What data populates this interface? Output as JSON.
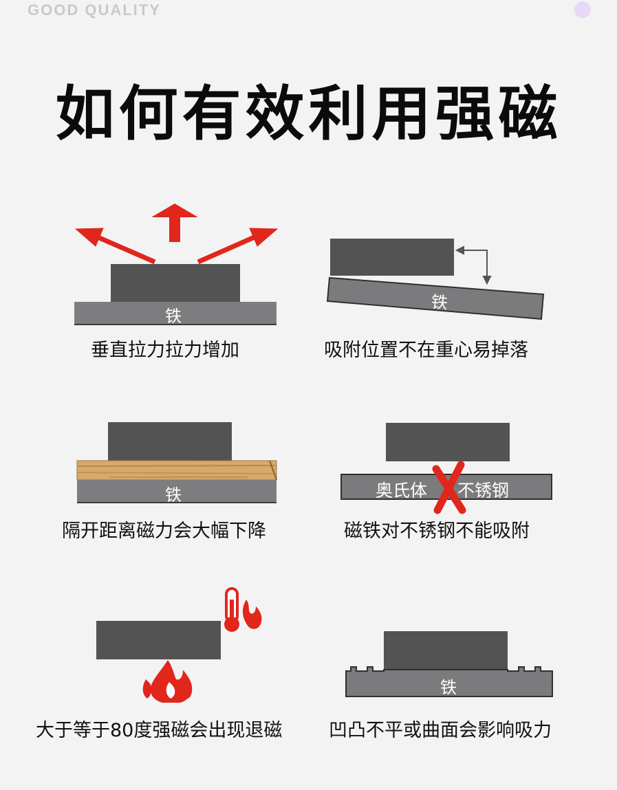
{
  "header": {
    "brand": "GOOD QUALITY",
    "title": "如何有效利用强磁"
  },
  "panels": [
    {
      "id": "vertical-pull",
      "caption": "垂直拉力拉力增加",
      "plate_label": "铁"
    },
    {
      "id": "off-center",
      "caption": "吸附位置不在重心易掉落",
      "plate_label": "铁"
    },
    {
      "id": "gap-distance",
      "caption": "隔开距离磁力会大幅下降",
      "plate_label": "铁"
    },
    {
      "id": "stainless",
      "caption": "磁铁对不锈钢不能吸附",
      "plate_label_left": "奥氏体",
      "plate_label_right": "不锈钢"
    },
    {
      "id": "heat",
      "caption": "大于等于80度强磁会出现退磁"
    },
    {
      "id": "uneven",
      "caption": "凹凸不平或曲面会影响吸力",
      "plate_label": "铁"
    }
  ],
  "colors": {
    "background": "#f3f3f3",
    "magnet": "#535353",
    "iron": "#7b7b7d",
    "arrow_red": "#e1261c",
    "wood": "#d7a96a"
  },
  "icons": [
    "arrow-up-icon",
    "arrow-left-icon",
    "arrow-right-icon",
    "double-arrow-icon",
    "red-x-icon",
    "thermometer-icon",
    "flame-icon"
  ]
}
